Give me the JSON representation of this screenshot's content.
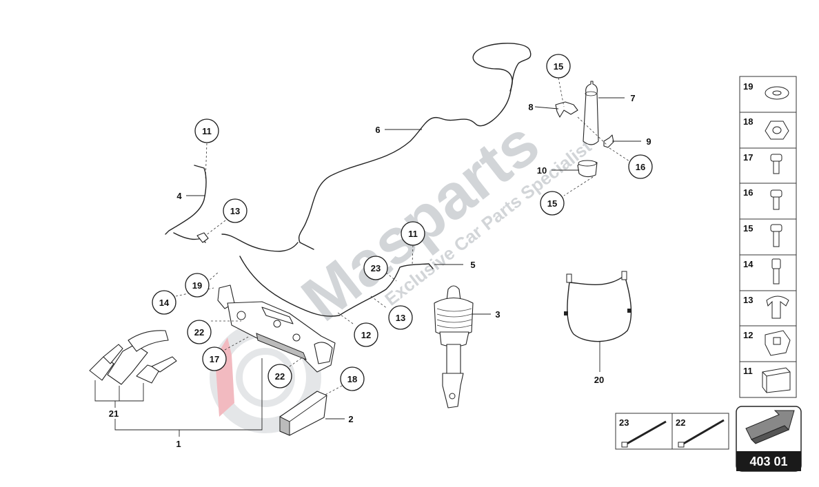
{
  "watermark": {
    "brand": "Masparts",
    "tagline": "Exclusive Car Parts Specialist"
  },
  "callouts": {
    "c11a": "11",
    "c13a": "13",
    "c15a": "15",
    "c15b": "15",
    "c16": "16",
    "c11b": "11",
    "c23": "23",
    "c13b": "13",
    "c12": "12",
    "c19": "19",
    "c14": "14",
    "c22a": "22",
    "c17": "17",
    "c22b": "22",
    "c18": "18"
  },
  "labels": {
    "l1": "1",
    "l2": "2",
    "l3": "3",
    "l4": "4",
    "l5": "5",
    "l6": "6",
    "l7": "7",
    "l8": "8",
    "l9": "9",
    "l10": "10",
    "l20": "20",
    "l21": "21"
  },
  "legend": {
    "items": [
      "19",
      "18",
      "17",
      "16",
      "15",
      "14",
      "13",
      "12",
      "11"
    ],
    "ties": [
      "23",
      "22"
    ]
  },
  "badge": {
    "code": "403 01"
  }
}
